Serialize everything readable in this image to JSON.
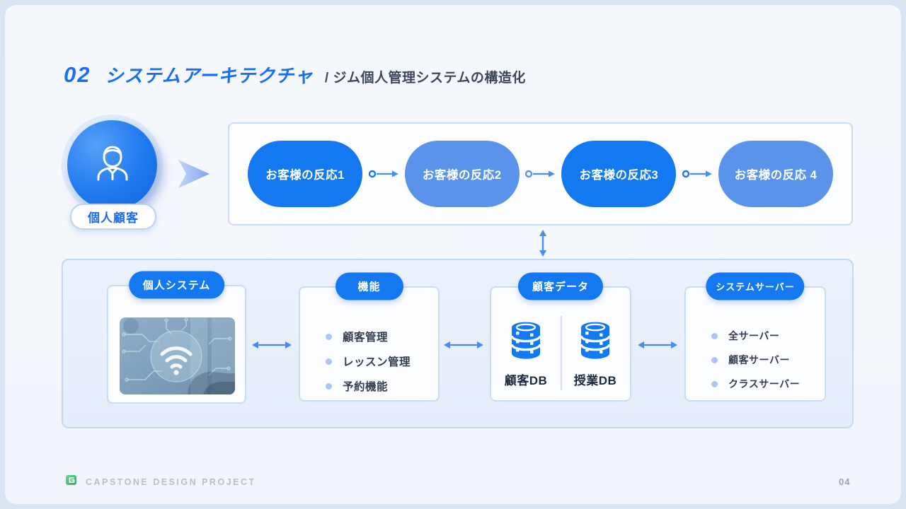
{
  "header": {
    "number": "02",
    "title": "システムアーキテクチャ",
    "subtitle": "/ ジム個人管理システムの構造化"
  },
  "actor": {
    "label": "個人顧客"
  },
  "flow": {
    "pills": [
      {
        "label": "お客様の反応1"
      },
      {
        "label": "お客様の反応2"
      },
      {
        "label": "お客様の反応3"
      },
      {
        "label": "お客様の反応 4"
      }
    ]
  },
  "sections": [
    {
      "title": "個人システム"
    },
    {
      "title": "機能",
      "items": [
        "顧客管理",
        "レッスン管理",
        "予約機能"
      ]
    },
    {
      "title": "顧客データ",
      "databases": [
        {
          "label": "顧客DB"
        },
        {
          "label": "授業DB"
        }
      ]
    },
    {
      "title": "システムサーバー",
      "items": [
        "全サーバー",
        "顧客サーバー",
        "クラスサーバー"
      ]
    }
  ],
  "footer": {
    "brand": "CAPSTONE DESIGN PROJECT",
    "page": "04"
  },
  "colors": {
    "accent_dark": "#1478f0",
    "accent_light": "#5b93ea",
    "title_blue": "#1b6ef0",
    "arrow_blue": "#4a8df0",
    "card_border": "#c8dcf5",
    "panel_fill": "#e8f0fa",
    "text_dark": "#333e52",
    "brand_gray": "#b6bfce"
  }
}
